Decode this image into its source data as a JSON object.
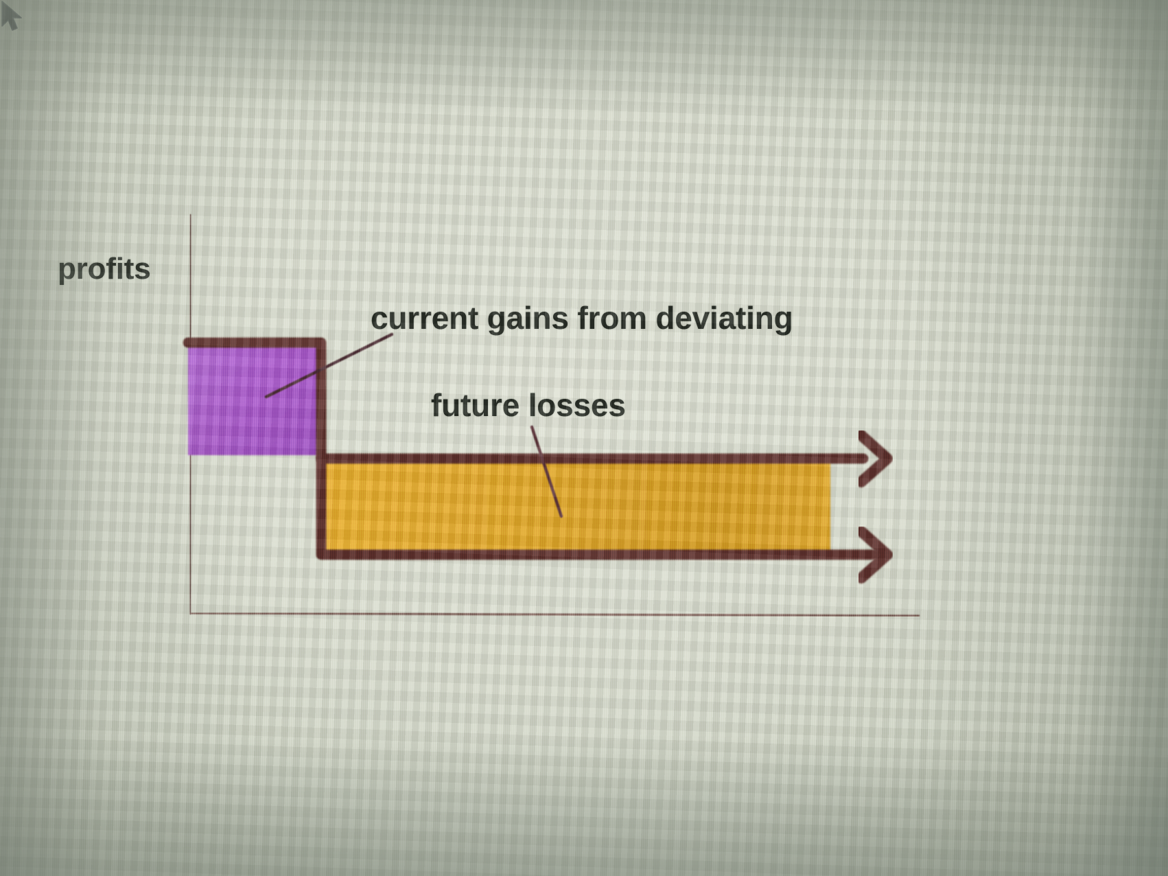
{
  "scene": {
    "kind": "photo-of-screen",
    "background_color": "#d8dccd",
    "description": "Economics diagram of collusion payoffs photographed off a monitor"
  },
  "diagram": {
    "axis": {
      "y_label": "profits",
      "axis_color": "#6b4f4a",
      "baseline_color": "#5a2f2a"
    },
    "labels": {
      "profits": "profits",
      "current_gains": "current gains from deviating",
      "future_losses": "future losses"
    },
    "regions": [
      {
        "name": "current-gains-region",
        "label": "current gains from deviating",
        "fill": "#a855c8",
        "stroke": "#5a2f2a",
        "sign": "positive"
      },
      {
        "name": "future-losses-region",
        "label": "future losses",
        "fill": "#e0a427",
        "stroke": "#5a2f2a",
        "sign": "negative"
      }
    ],
    "arrows": [
      {
        "name": "zero-profit-time-arrow",
        "direction": "right"
      },
      {
        "name": "loss-level-time-arrow",
        "direction": "right"
      }
    ],
    "cursor": {
      "name": "mouse-pointer",
      "visible": true
    }
  },
  "chart_data": {
    "type": "area",
    "title": "",
    "xlabel": "",
    "ylabel": "profits",
    "grid": false,
    "legend": "annotations",
    "xlim": [
      0,
      10
    ],
    "ylim": [
      -1,
      1.3
    ],
    "series": [
      {
        "name": "current gains from deviating",
        "color": "#a855c8",
        "x_start": 0.0,
        "x_end": 1.6,
        "value": 1.0
      },
      {
        "name": "future losses",
        "color": "#e0a427",
        "x_start": 1.6,
        "x_end": 8.6,
        "value": -1.0
      }
    ],
    "annotations": [
      {
        "text": "current gains from deviating",
        "points_to": "current gains from deviating"
      },
      {
        "text": "future losses",
        "points_to": "future losses"
      }
    ]
  }
}
